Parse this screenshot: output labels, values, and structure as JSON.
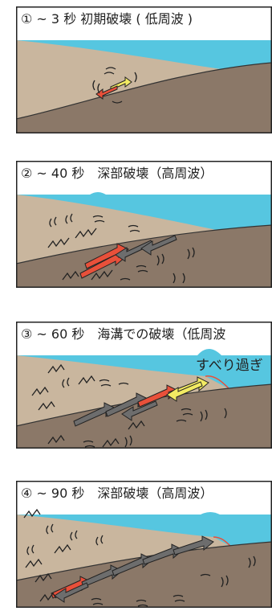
{
  "colors": {
    "sea": "#56c6e0",
    "upper_plate": "#c9b69e",
    "lower_plate": "#8b7868",
    "frame": "#222222",
    "arrow_low": "#f2ea63",
    "arrow_high": "#e8503a",
    "arrow_passive": "#6d6d6d"
  },
  "panels": [
    {
      "caption": "① ~ 3 秒 初期破壊 ( 低周波 )"
    },
    {
      "caption": "② ~ 40 秒　深部破壊（高周波）"
    },
    {
      "caption": "③ ~ 60 秒　海溝での破壊（低周波",
      "note": "すべり過ぎ"
    },
    {
      "caption": "④ ~ 90 秒　深部破壊（高周波）"
    }
  ]
}
